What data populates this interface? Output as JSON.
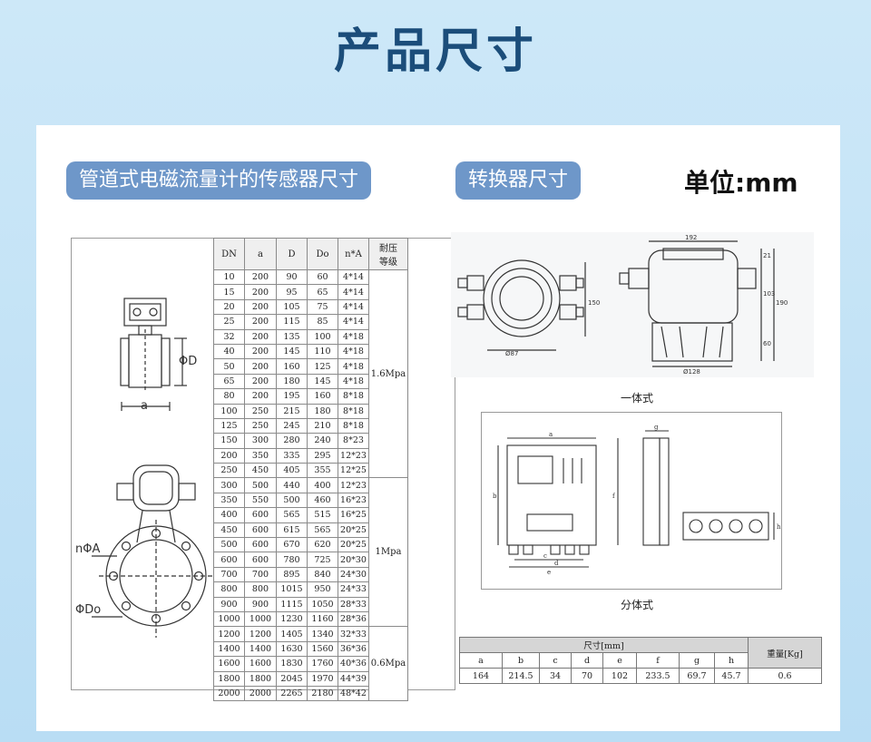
{
  "title": "产品尺寸",
  "sensor_heading": "管道式电磁流量计的传感器尺寸",
  "converter_heading": "转换器尺寸",
  "unit": "单位:mm",
  "sensor_drawing": {
    "label_D": "ΦD",
    "label_a": "a",
    "label_nA": "nΦA",
    "label_Do": "ΦDo"
  },
  "sensor_table": {
    "headers": [
      "DN",
      "a",
      "D",
      "Do",
      "n*A",
      "耐压\n等级"
    ],
    "rows": [
      [
        "10",
        "200",
        "90",
        "60",
        "4*14"
      ],
      [
        "15",
        "200",
        "95",
        "65",
        "4*14"
      ],
      [
        "20",
        "200",
        "105",
        "75",
        "4*14"
      ],
      [
        "25",
        "200",
        "115",
        "85",
        "4*14"
      ],
      [
        "32",
        "200",
        "135",
        "100",
        "4*18"
      ],
      [
        "40",
        "200",
        "145",
        "110",
        "4*18"
      ],
      [
        "50",
        "200",
        "160",
        "125",
        "4*18"
      ],
      [
        "65",
        "200",
        "180",
        "145",
        "4*18"
      ],
      [
        "80",
        "200",
        "195",
        "160",
        "8*18"
      ],
      [
        "100",
        "250",
        "215",
        "180",
        "8*18"
      ],
      [
        "125",
        "250",
        "245",
        "210",
        "8*18"
      ],
      [
        "150",
        "300",
        "280",
        "240",
        "8*23"
      ],
      [
        "200",
        "350",
        "335",
        "295",
        "12*23"
      ],
      [
        "250",
        "450",
        "405",
        "355",
        "12*25"
      ],
      [
        "300",
        "500",
        "440",
        "400",
        "12*23"
      ],
      [
        "350",
        "550",
        "500",
        "460",
        "16*23"
      ],
      [
        "400",
        "600",
        "565",
        "515",
        "16*25"
      ],
      [
        "450",
        "600",
        "615",
        "565",
        "20*25"
      ],
      [
        "500",
        "600",
        "670",
        "620",
        "20*25"
      ],
      [
        "600",
        "600",
        "780",
        "725",
        "20*30"
      ],
      [
        "700",
        "700",
        "895",
        "840",
        "24*30"
      ],
      [
        "800",
        "800",
        "1015",
        "950",
        "24*33"
      ],
      [
        "900",
        "900",
        "1115",
        "1050",
        "28*33"
      ],
      [
        "1000",
        "1000",
        "1230",
        "1160",
        "28*36"
      ],
      [
        "1200",
        "1200",
        "1405",
        "1340",
        "32*33"
      ],
      [
        "1400",
        "1400",
        "1630",
        "1560",
        "36*36"
      ],
      [
        "1600",
        "1600",
        "1830",
        "1760",
        "40*36"
      ],
      [
        "1800",
        "1800",
        "2045",
        "1970",
        "44*39"
      ],
      [
        "2000",
        "2000",
        "2265",
        "2180",
        "48*42"
      ]
    ],
    "pressure_groups": [
      {
        "label": "1.6Mpa",
        "span": 14
      },
      {
        "label": "1Mpa",
        "span": 10
      },
      {
        "label": "0.6Mpa",
        "span": 5
      }
    ]
  },
  "integrated": {
    "caption": "一体式",
    "dims": {
      "d87": "Ø87",
      "h150": "150",
      "w192": "192",
      "d128": "Ø128",
      "h21": "21",
      "h103": "103",
      "h60": "60",
      "h190": "190"
    }
  },
  "split": {
    "caption": "分体式",
    "letters": {
      "a": "a",
      "b": "b",
      "c": "c",
      "d": "d",
      "e": "e",
      "f": "f",
      "g": "g",
      "h": "h"
    }
  },
  "converter_table": {
    "size_header": "尺寸[mm]",
    "weight_header": "重量[Kg]",
    "columns": [
      "a",
      "b",
      "c",
      "d",
      "e",
      "f",
      "g",
      "h"
    ],
    "values": [
      "164",
      "214.5",
      "34",
      "70",
      "102",
      "233.5",
      "69.7",
      "45.7"
    ],
    "weight": "0.6"
  }
}
